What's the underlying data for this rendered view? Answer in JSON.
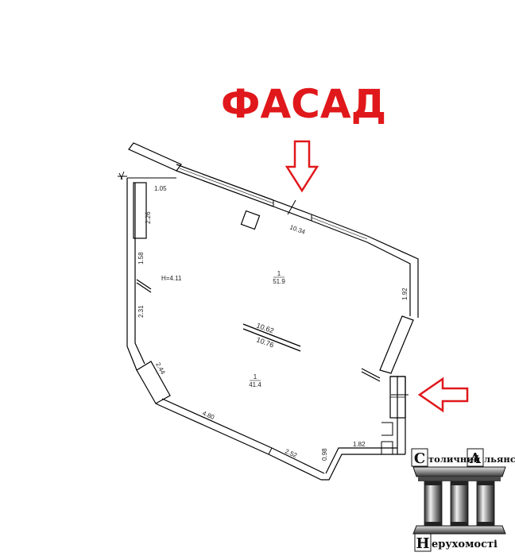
{
  "facade_label": "ФАСАД",
  "accent_color": "#e0181b",
  "wall_color": "#000000",
  "dimensions": {
    "top_left_wall": "1.05",
    "left_upper": "2.26",
    "left_mid": "1.58",
    "height": "H=4.11",
    "left_lower": "2.31",
    "angled_left": "2.44",
    "bottom_long": "4.80",
    "bottom_right": "2.52",
    "small_v": "0.98",
    "small_h": "1.82",
    "top_facade": "10.34",
    "right_upper": "1.92",
    "diag_upper": "10.62",
    "diag_lower": "10.76"
  },
  "rooms": [
    {
      "number": "1",
      "area": "51.9"
    },
    {
      "number": "1",
      "area": "41.4"
    }
  ],
  "logo": {
    "line1_cap1": "С",
    "line1_word1": "толичний",
    "line1_cap2": "А",
    "line1_word2": "льянс",
    "line2_cap": "Н",
    "line2_word": "ерухомості"
  }
}
